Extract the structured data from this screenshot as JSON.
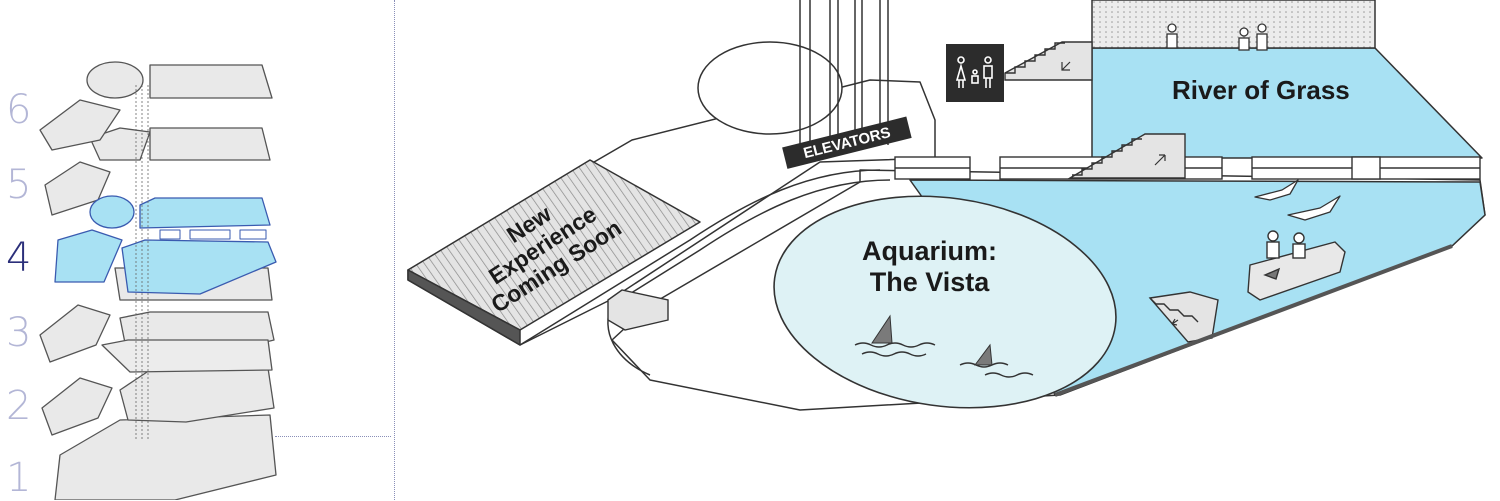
{
  "floor_selector": {
    "floors": [
      "6",
      "5",
      "4",
      "3",
      "2",
      "1"
    ],
    "active_floor": "4"
  },
  "map": {
    "labels": {
      "new_experience": "New Experience Coming Soon",
      "new_experience_lines": [
        "New",
        "Experience",
        "Coming Soon"
      ],
      "elevators": "ELEVATORS",
      "river_of_grass": "River of Grass",
      "aquarium": "Aquarium: The Vista",
      "aquarium_lines": [
        "Aquarium:",
        "The Vista"
      ]
    },
    "icons": [
      "family-restroom-icon",
      "escalator-icon",
      "stairs-icon",
      "bird-icon",
      "shark-fin-icon",
      "boat-icon",
      "person-icon"
    ]
  },
  "colors": {
    "water_blue": "#a8e1f3",
    "aquarium_fill": "#def2f5",
    "floor_white": "#ffffff",
    "stroke": "#333333",
    "stack_gray": "#e8e8e8",
    "active_floor_blue": "#a8e1f3",
    "floor_number": "#b3b6d6",
    "floor_number_active": "#2b2f7a",
    "icon_dark": "#2c2c2c"
  }
}
